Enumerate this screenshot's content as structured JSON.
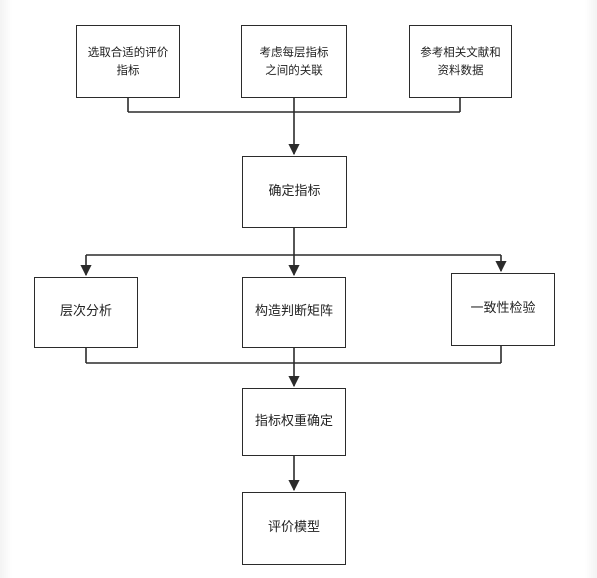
{
  "diagram": {
    "nodes": {
      "top_left": "选取合适的评价指标",
      "top_mid": "考虑每层指标之间的关联",
      "top_right": "参考相关文献和资料数据",
      "determine": "确定指标",
      "left": "层次分析",
      "center": "构造判断矩阵",
      "right": "一致性检验",
      "weight": "指标权重确定",
      "model": "评价模型"
    },
    "line_color": "#2b2b2b"
  }
}
